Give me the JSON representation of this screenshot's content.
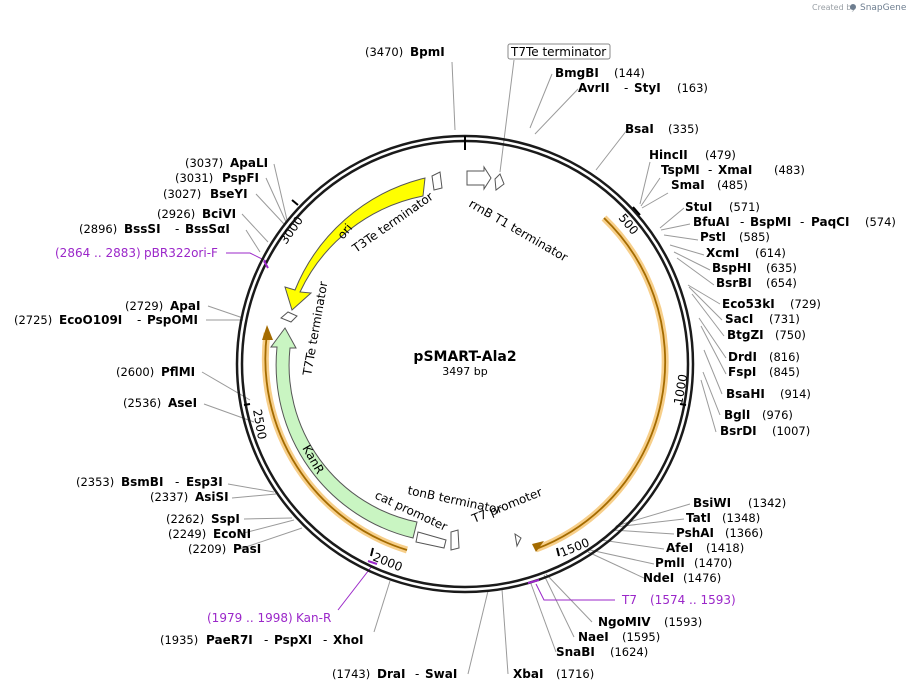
{
  "credit": {
    "prefix": "Created by",
    "brand": "SnapGene"
  },
  "plasmid": {
    "name": "pSMART-Ala2",
    "size": "3497 bp"
  },
  "ticks": [
    "500",
    "1000",
    "1500",
    "2000",
    "2500",
    "3000"
  ],
  "features": [
    {
      "name": "ori"
    },
    {
      "name": "T3Te terminator"
    },
    {
      "name": "rrnB T1 terminator"
    },
    {
      "name": "T7Te terminator"
    },
    {
      "name": "KanR"
    },
    {
      "name": "tonB terminator"
    },
    {
      "name": "cat promoter"
    },
    {
      "name": "T7 promoter"
    }
  ],
  "top_feature_box": "T7Te terminator",
  "primers": [
    {
      "label": "pBR322ori-F",
      "range": "(2864 .. 2883)"
    },
    {
      "label": "Kan-R",
      "range": "(1979 .. 1998)"
    },
    {
      "label": "T7",
      "range": "(1574 .. 1593)"
    }
  ],
  "sites": [
    {
      "name": "BpmI",
      "pos": "(3470)"
    },
    {
      "name": "BmgBI",
      "pos": "(144)"
    },
    {
      "name": "AvrII",
      "name2": "StyI",
      "pos": "(163)"
    },
    {
      "name": "BsaI",
      "pos": "(335)"
    },
    {
      "name": "HincII",
      "pos": "(479)"
    },
    {
      "name": "TspMI",
      "name2": "XmaI",
      "pos": "(483)"
    },
    {
      "name": "SmaI",
      "pos": "(485)"
    },
    {
      "name": "StuI",
      "pos": "(571)"
    },
    {
      "name": "BfuAI",
      "name2": "BspMI",
      "name3": "PaqCI",
      "pos": "(574)"
    },
    {
      "name": "PstI",
      "pos": "(585)"
    },
    {
      "name": "XcmI",
      "pos": "(614)"
    },
    {
      "name": "BspHI",
      "pos": "(635)"
    },
    {
      "name": "BsrBI",
      "pos": "(654)"
    },
    {
      "name": "Eco53kI",
      "pos": "(729)"
    },
    {
      "name": "SacI",
      "pos": "(731)"
    },
    {
      "name": "BtgZI",
      "pos": "(750)"
    },
    {
      "name": "DrdI",
      "pos": "(816)"
    },
    {
      "name": "FspI",
      "pos": "(845)"
    },
    {
      "name": "BsaHI",
      "pos": "(914)"
    },
    {
      "name": "BglI",
      "pos": "(976)"
    },
    {
      "name": "BsrDI",
      "pos": "(1007)"
    },
    {
      "name": "BsiWI",
      "pos": "(1342)"
    },
    {
      "name": "TatI",
      "pos": "(1348)"
    },
    {
      "name": "PshAI",
      "pos": "(1366)"
    },
    {
      "name": "AfeI",
      "pos": "(1418)"
    },
    {
      "name": "PmlI",
      "pos": "(1470)"
    },
    {
      "name": "NdeI",
      "pos": "(1476)"
    },
    {
      "name": "NgoMIV",
      "pos": "(1593)"
    },
    {
      "name": "NaeI",
      "pos": "(1595)"
    },
    {
      "name": "SnaBI",
      "pos": "(1624)"
    },
    {
      "name": "XbaI",
      "pos": "(1716)"
    },
    {
      "name": "DraI",
      "name2": "SwaI",
      "pos": "(1743)"
    },
    {
      "name": "PaeR7I",
      "name2": "PspXI",
      "name3": "XhoI",
      "pos": "(1935)"
    },
    {
      "name": "PasI",
      "pos": "(2209)"
    },
    {
      "name": "EcoNI",
      "pos": "(2249)"
    },
    {
      "name": "SspI",
      "pos": "(2262)"
    },
    {
      "name": "AsiSI",
      "pos": "(2337)"
    },
    {
      "name": "BsmBI",
      "name2": "Esp3I",
      "pos": "(2353)"
    },
    {
      "name": "AseI",
      "pos": "(2536)"
    },
    {
      "name": "PflMI",
      "pos": "(2600)"
    },
    {
      "name": "EcoO109I",
      "name2": "PspOMI",
      "pos": "(2725)"
    },
    {
      "name": "ApaI",
      "pos": "(2729)"
    },
    {
      "name": "BssSI",
      "name2": "BssSαI",
      "pos": "(2896)"
    },
    {
      "name": "BciVI",
      "pos": "(2926)"
    },
    {
      "name": "BseYI",
      "pos": "(3027)"
    },
    {
      "name": "PspFI",
      "pos": "(3031)"
    },
    {
      "name": "ApaLI",
      "pos": "(3037)"
    }
  ]
}
